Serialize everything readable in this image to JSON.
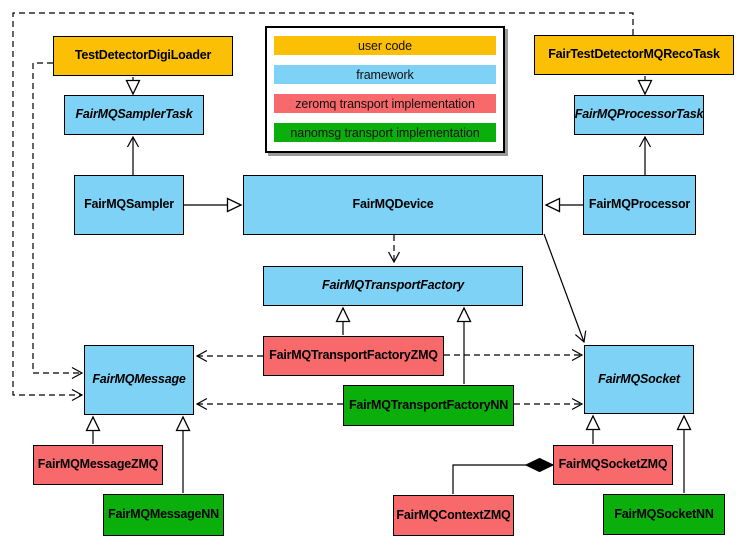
{
  "palette": {
    "user": "#fbbf06",
    "framework": "#7dd2f5",
    "zeromq": "#f8696b",
    "nanomsg": "#0baf0b"
  },
  "legend": {
    "items": [
      {
        "label": "user code",
        "color": "#fbbf06"
      },
      {
        "label": "framework",
        "color": "#7dd2f5"
      },
      {
        "label": "zeromq transport implementation",
        "color": "#f8696b"
      },
      {
        "label": "nanomsg transport implementation",
        "color": "#0baf0b"
      }
    ]
  },
  "nodes": {
    "digi_loader": {
      "label": "TestDetectorDigiLoader",
      "category": "user code"
    },
    "reco_task": {
      "label": "FairTestDetectorMQRecoTask",
      "category": "user code"
    },
    "sampler_task": {
      "label": "FairMQSamplerTask",
      "category": "framework",
      "abstract": true
    },
    "processor_task": {
      "label": "FairMQProcessorTask",
      "category": "framework",
      "abstract": true
    },
    "sampler": {
      "label": "FairMQSampler",
      "category": "framework"
    },
    "device": {
      "label": "FairMQDevice",
      "category": "framework"
    },
    "processor": {
      "label": "FairMQProcessor",
      "category": "framework"
    },
    "transport_factory": {
      "label": "FairMQTransportFactory",
      "category": "framework",
      "abstract": true
    },
    "transport_factory_zmq": {
      "label": "FairMQTransportFactoryZMQ",
      "category": "zeromq transport implementation"
    },
    "transport_factory_nn": {
      "label": "FairMQTransportFactoryNN",
      "category": "nanomsg transport implementation"
    },
    "message": {
      "label": "FairMQMessage",
      "category": "framework",
      "abstract": true
    },
    "socket": {
      "label": "FairMQSocket",
      "category": "framework",
      "abstract": true
    },
    "message_zmq": {
      "label": "FairMQMessageZMQ",
      "category": "zeromq transport implementation"
    },
    "message_nn": {
      "label": "FairMQMessageNN",
      "category": "nanomsg transport implementation"
    },
    "socket_zmq": {
      "label": "FairMQSocketZMQ",
      "category": "zeromq transport implementation"
    },
    "socket_nn": {
      "label": "FairMQSocketNN",
      "category": "nanomsg transport implementation"
    },
    "context_zmq": {
      "label": "FairMQContextZMQ",
      "category": "zeromq transport implementation"
    }
  },
  "relationships": [
    {
      "from": "TestDetectorDigiLoader",
      "to": "FairMQSamplerTask",
      "type": "inheritance"
    },
    {
      "from": "FairTestDetectorMQRecoTask",
      "to": "FairMQProcessorTask",
      "type": "inheritance"
    },
    {
      "from": "FairMQSampler",
      "to": "FairMQDevice",
      "type": "inheritance"
    },
    {
      "from": "FairMQProcessor",
      "to": "FairMQDevice",
      "type": "inheritance"
    },
    {
      "from": "FairMQTransportFactoryZMQ",
      "to": "FairMQTransportFactory",
      "type": "inheritance"
    },
    {
      "from": "FairMQTransportFactoryNN",
      "to": "FairMQTransportFactory",
      "type": "inheritance"
    },
    {
      "from": "FairMQMessageZMQ",
      "to": "FairMQMessage",
      "type": "inheritance"
    },
    {
      "from": "FairMQMessageNN",
      "to": "FairMQMessage",
      "type": "inheritance"
    },
    {
      "from": "FairMQSocketZMQ",
      "to": "FairMQSocket",
      "type": "inheritance"
    },
    {
      "from": "FairMQSocketNN",
      "to": "FairMQSocket",
      "type": "inheritance"
    },
    {
      "from": "FairMQSampler",
      "to": "FairMQSamplerTask",
      "type": "association"
    },
    {
      "from": "FairMQProcessor",
      "to": "FairMQProcessorTask",
      "type": "association"
    },
    {
      "from": "FairMQDevice",
      "to": "FairMQSocket",
      "type": "association"
    },
    {
      "from": "FairMQDevice",
      "to": "FairMQTransportFactory",
      "type": "dependency"
    },
    {
      "from": "FairMQTransportFactoryZMQ",
      "to": "FairMQMessage",
      "type": "dependency"
    },
    {
      "from": "FairMQTransportFactoryZMQ",
      "to": "FairMQSocket",
      "type": "dependency"
    },
    {
      "from": "FairMQTransportFactoryNN",
      "to": "FairMQMessage",
      "type": "dependency"
    },
    {
      "from": "FairMQTransportFactoryNN",
      "to": "FairMQSocket",
      "type": "dependency"
    },
    {
      "from": "TestDetectorDigiLoader",
      "to": "FairMQMessage",
      "type": "dependency"
    },
    {
      "from": "FairTestDetectorMQRecoTask",
      "to": "FairMQMessage",
      "type": "dependency"
    },
    {
      "from": "FairMQContextZMQ",
      "to": "FairMQSocketZMQ",
      "type": "composition"
    }
  ]
}
